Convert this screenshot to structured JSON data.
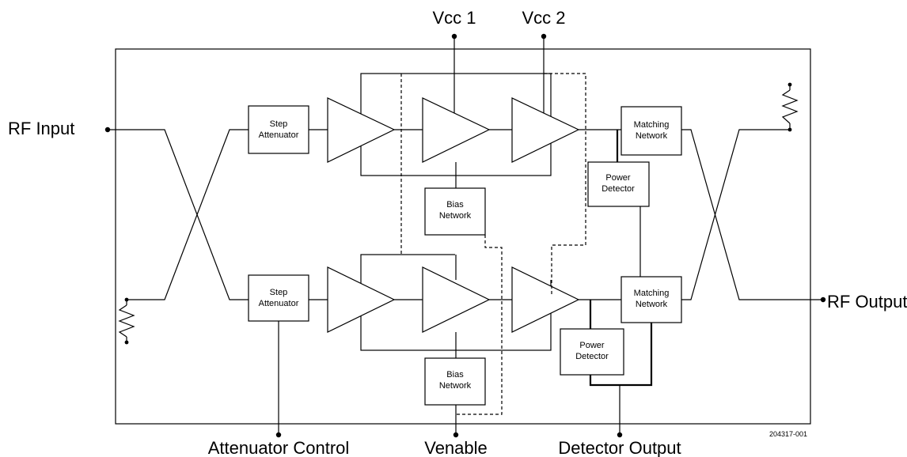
{
  "pins": {
    "vcc1": "Vcc 1",
    "vcc2": "Vcc 2",
    "rf_input": "RF Input",
    "rf_output": "RF Output",
    "attenuator_control": "Attenuator Control",
    "venable": "Venable",
    "detector_output": "Detector Output"
  },
  "blocks": {
    "step_attenuator": [
      "Step",
      "Attenuator"
    ],
    "bias_network": [
      "Bias",
      "Network"
    ],
    "matching_network": [
      "Matching",
      "Network"
    ],
    "power_detector": [
      "Power",
      "Detector"
    ]
  },
  "figure_id": "204317-001"
}
